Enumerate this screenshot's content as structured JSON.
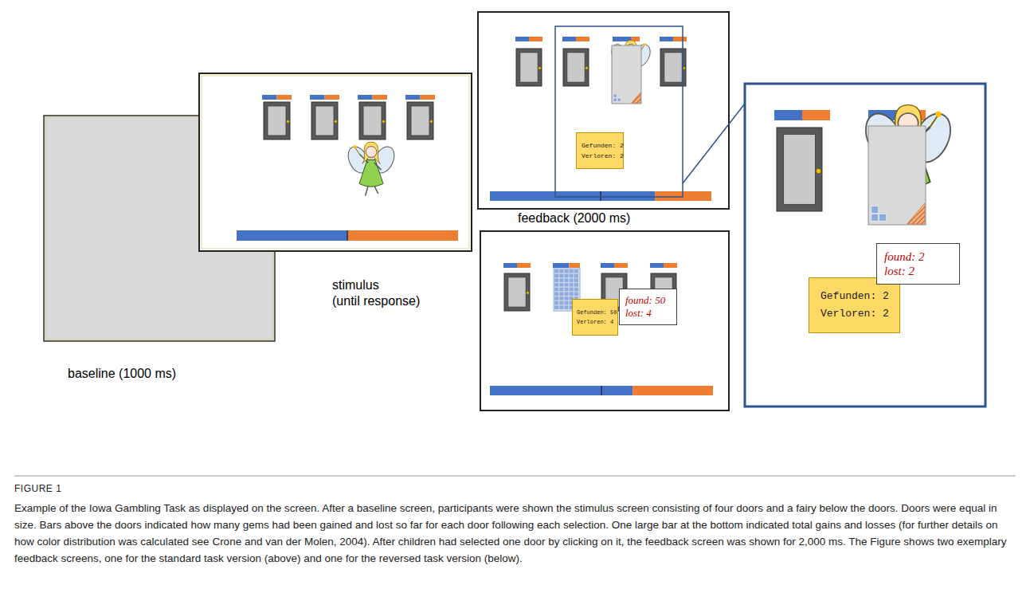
{
  "diagram": {
    "caption": "Example of the Iowa Gambling Task as displayed on the screen. After a baseline screen, participants were shown the stimulus screen consisting of four doors and a fairy below the doors. Doors were equal in size. Bars above the doors indicated how many gems had been gained and lost so far for each door following each selection. One large bar at the bottom indicated total gains and losses (for further details on how color distribution was calculated see Crone and van der Molen, 2004). After children had selected one door by clicking on it, the feedback screen was shown for 2,000 ms. The Figure shows two exemplary feedback screens, one for the standard task version (above) and one for the reversed task version (below).",
    "nodes": [
      {
        "text": [
          "baseline (1000 ms)"
        ]
      },
      {
        "text": [
          "stimulus",
          "(until response)"
        ]
      },
      {
        "text": [
          "feedback (2000 ms)"
        ]
      },
      {
        "text": [
          "Gefunden: 2",
          "Verloren: 2"
        ],
        "in": 2
      },
      {
        "text": [
          "Gefunden: 50",
          "Verloren: 4"
        ]
      },
      {
        "text": [
          "found: 50",
          "lost: 4"
        ]
      },
      {
        "text": [
          "found: 2",
          "lost: 2"
        ]
      },
      {
        "text": [
          "Gefunden: 2",
          "Verloren: 2"
        ]
      }
    ],
    "labels": [
      "FIGURE 1"
    ]
  }
}
